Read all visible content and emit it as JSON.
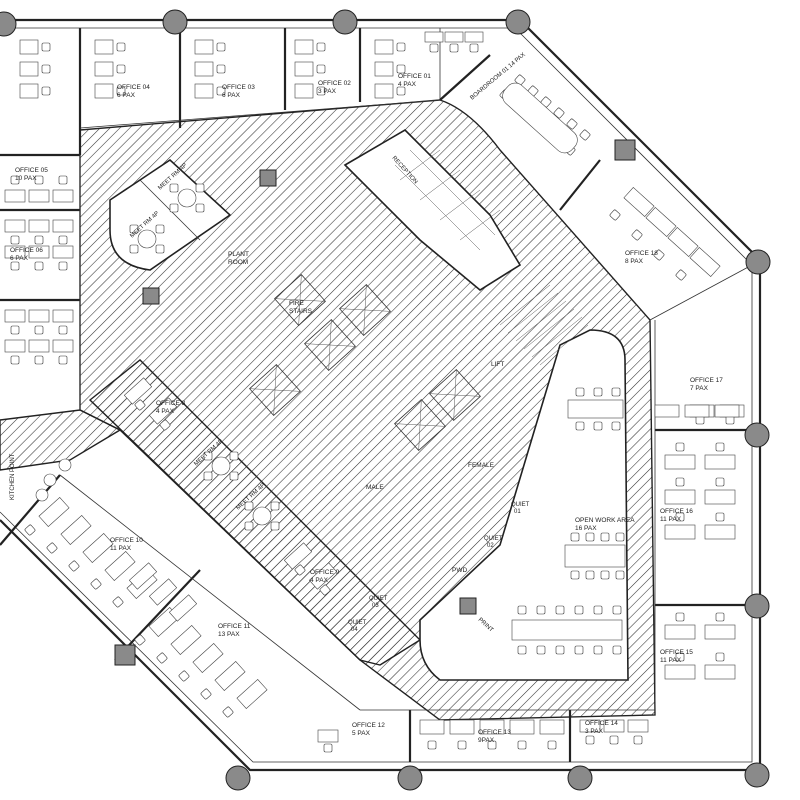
{
  "rooms": {
    "office01": {
      "name": "OFFICE 01",
      "pax": "4 PAX"
    },
    "office02": {
      "name": "OFFICE 02",
      "pax": "3 PAX"
    },
    "office03": {
      "name": "OFFICE 03",
      "pax": "6 PAX"
    },
    "office04": {
      "name": "OFFICE 04",
      "pax": "6 PAX"
    },
    "office05": {
      "name": "OFFICE 05",
      "pax": "10 PAX"
    },
    "office06": {
      "name": "OFFICE 06",
      "pax": "6  PAX"
    },
    "office08": {
      "name": "OFFICE 8",
      "pax": "4 PAX"
    },
    "office09": {
      "name": "OFFICE 9",
      "pax": "4 PAX"
    },
    "office10": {
      "name": "OFFICE 10",
      "pax": "11 PAX"
    },
    "office11": {
      "name": "OFFICE 11",
      "pax": "13 PAX"
    },
    "office12": {
      "name": "OFFICE 12",
      "pax": "5 PAX"
    },
    "office13": {
      "name": "OFFICE 13",
      "pax": "9PAX"
    },
    "office14": {
      "name": "OFFICE 14",
      "pax": "3 PAX"
    },
    "office15": {
      "name": "OFFICE 15",
      "pax": "11 PAX"
    },
    "office16": {
      "name": "OFFICE 16",
      "pax": "11 PAX"
    },
    "office17": {
      "name": "OFFICE 17",
      "pax": "7 PAX"
    },
    "office18": {
      "name": "OFFICE 18",
      "pax": "8 PAX"
    },
    "boardroom": {
      "label": "BOARDROOM  01  14 PAX"
    },
    "meet1": {
      "label": "MEET RM  4P"
    },
    "meet2": {
      "label": "MEET RM  4P"
    },
    "meet3": {
      "label": "MEET RM  4P"
    },
    "meet4": {
      "label": "MEET RM  4P"
    },
    "plant": {
      "line1": "PLANT",
      "line2": "ROOM"
    },
    "stairs": {
      "line1": "FIRE",
      "line2": "STAIRS"
    },
    "reception": {
      "label": "RECEPTION"
    },
    "lift": {
      "label": "LIFT"
    },
    "male": {
      "label": "MALE"
    },
    "female": {
      "label": "FEMALE"
    },
    "pwd": {
      "label": "PWD"
    },
    "quiet01": {
      "line1": "QUIET",
      "line2": "01"
    },
    "quiet02": {
      "line1": "QUIET",
      "line2": "02"
    },
    "quiet03": {
      "line1": "QUIET",
      "line2": "03"
    },
    "quiet04": {
      "line1": "QUIET",
      "line2": "04"
    },
    "openwork": {
      "name": "OPEN WORK AREA",
      "pax": "16 PAX"
    },
    "kitchen": {
      "label": "KITCHEN POINT"
    },
    "print": {
      "label": "PRINT"
    }
  },
  "colors": {
    "column": "#8a8a8a",
    "line": "#222222",
    "background": "#ffffff"
  }
}
